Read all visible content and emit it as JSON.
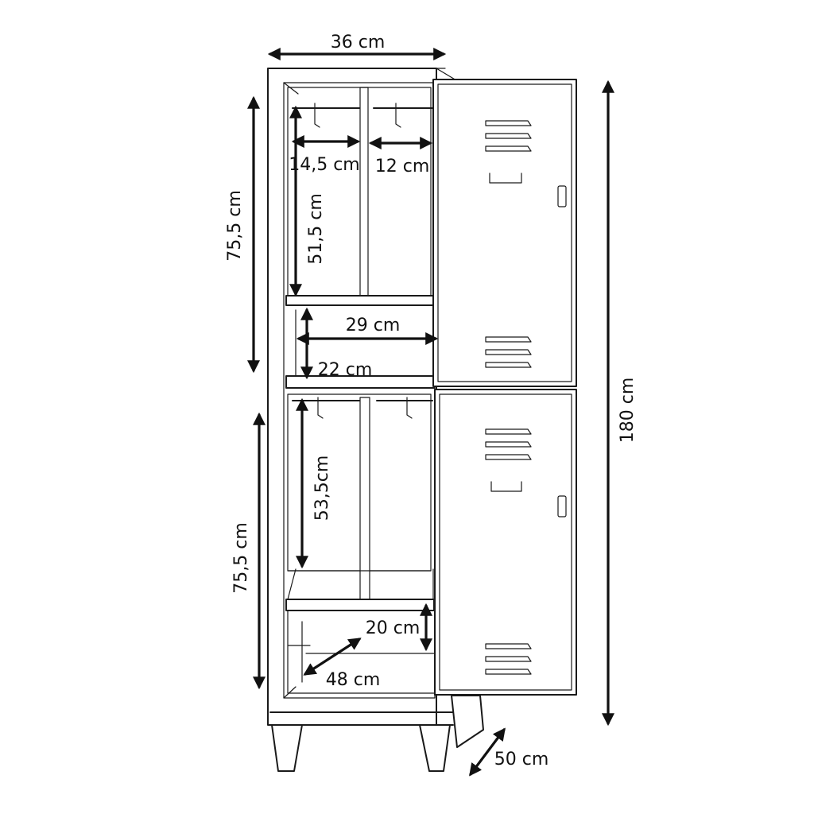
{
  "figure": {
    "colors": {
      "line": "#1a1a1a",
      "background": "#ffffff"
    },
    "icons": [
      "locker-cabinet-icon",
      "vent-slot-icon",
      "door-handle-icon",
      "hanger-hook-icon",
      "dimension-arrow-icon"
    ],
    "dimensions": {
      "width_top": "36 cm",
      "inner_left_width": "14,5 cm",
      "inner_right_width": "12 cm",
      "upper_compartment_height": "75,5 cm",
      "upper_hanging_height": "51,5 cm",
      "shelf_width": "29 cm",
      "shelf_height": "22 cm",
      "total_height": "180 cm",
      "lower_compartment_height": "75,5 cm",
      "lower_hanging_height": "53,5cm",
      "bottom_shelf_height": "20 cm",
      "bottom_depth": "48 cm",
      "overall_depth": "50 cm"
    }
  }
}
